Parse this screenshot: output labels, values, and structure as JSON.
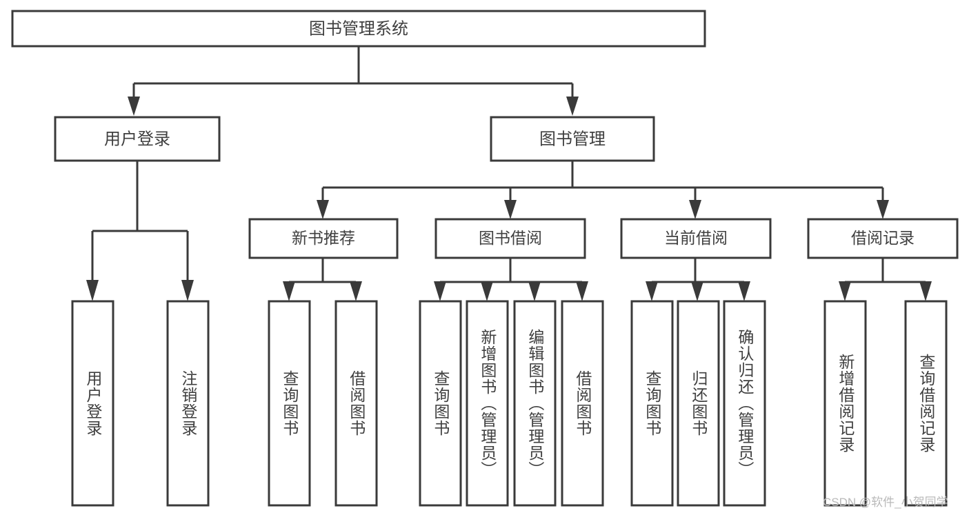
{
  "diagram": {
    "type": "tree",
    "title": "图书管理系统",
    "root": {
      "label": "图书管理系统"
    },
    "level2": [
      {
        "label": "用户登录"
      },
      {
        "label": "图书管理"
      }
    ],
    "level3": [
      {
        "label": "新书推荐"
      },
      {
        "label": "图书借阅"
      },
      {
        "label": "当前借阅"
      },
      {
        "label": "借阅记录"
      }
    ],
    "leaves": [
      {
        "label": "用户登录",
        "parent": "用户登录"
      },
      {
        "label": "注销登录",
        "parent": "用户登录"
      },
      {
        "label": "查询图书",
        "parent": "新书推荐"
      },
      {
        "label": "借阅图书",
        "parent": "新书推荐"
      },
      {
        "label": "查询图书",
        "parent": "图书借阅"
      },
      {
        "label": "新增图书（管理员）",
        "parent": "图书借阅"
      },
      {
        "label": "编辑图书（管理员）",
        "parent": "图书借阅"
      },
      {
        "label": "借阅图书",
        "parent": "图书借阅"
      },
      {
        "label": "查询图书",
        "parent": "当前借阅"
      },
      {
        "label": "归还图书",
        "parent": "当前借阅"
      },
      {
        "label": "确认归还（管理员）",
        "parent": "当前借阅"
      },
      {
        "label": "新增借阅记录",
        "parent": "借阅记录"
      },
      {
        "label": "查询借阅记录",
        "parent": "借阅记录"
      }
    ],
    "colors": {
      "stroke": "#3a3a3a",
      "fill": "#ffffff",
      "text": "#3f3f3f",
      "watermark": "#b9b9b9"
    }
  },
  "watermark": {
    "text": "CSDN @软件_小贺同学"
  }
}
